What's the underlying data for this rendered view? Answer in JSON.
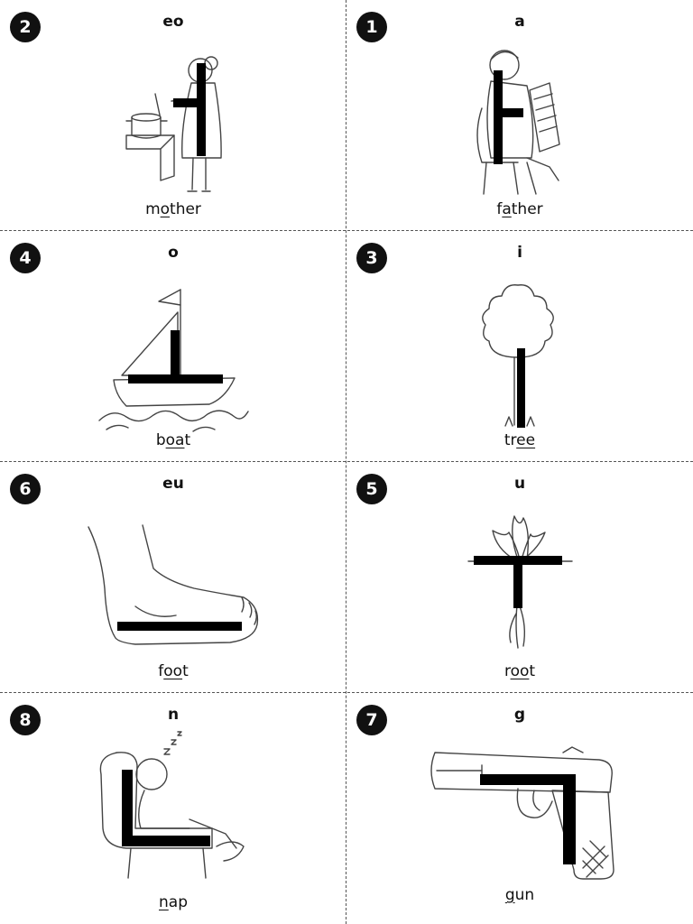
{
  "cards": [
    {
      "number": "2",
      "letter": "eo",
      "word_pre": "m",
      "word_ul": "o",
      "word_post": "ther"
    },
    {
      "number": "1",
      "letter": "a",
      "word_pre": "f",
      "word_ul": "a",
      "word_post": "ther"
    },
    {
      "number": "4",
      "letter": "o",
      "word_pre": "b",
      "word_ul": "oa",
      "word_post": "t"
    },
    {
      "number": "3",
      "letter": "i",
      "word_pre": "tr",
      "word_ul": "ee",
      "word_post": ""
    },
    {
      "number": "6",
      "letter": "eu",
      "word_pre": "f",
      "word_ul": "oo",
      "word_post": "t"
    },
    {
      "number": "5",
      "letter": "u",
      "word_pre": "r",
      "word_ul": "oo",
      "word_post": "t"
    },
    {
      "number": "8",
      "letter": "n",
      "word_pre": "",
      "word_ul": "n",
      "word_post": "ap"
    },
    {
      "number": "7",
      "letter": "g",
      "word_pre": "",
      "word_ul": "g",
      "word_post": "un"
    }
  ]
}
